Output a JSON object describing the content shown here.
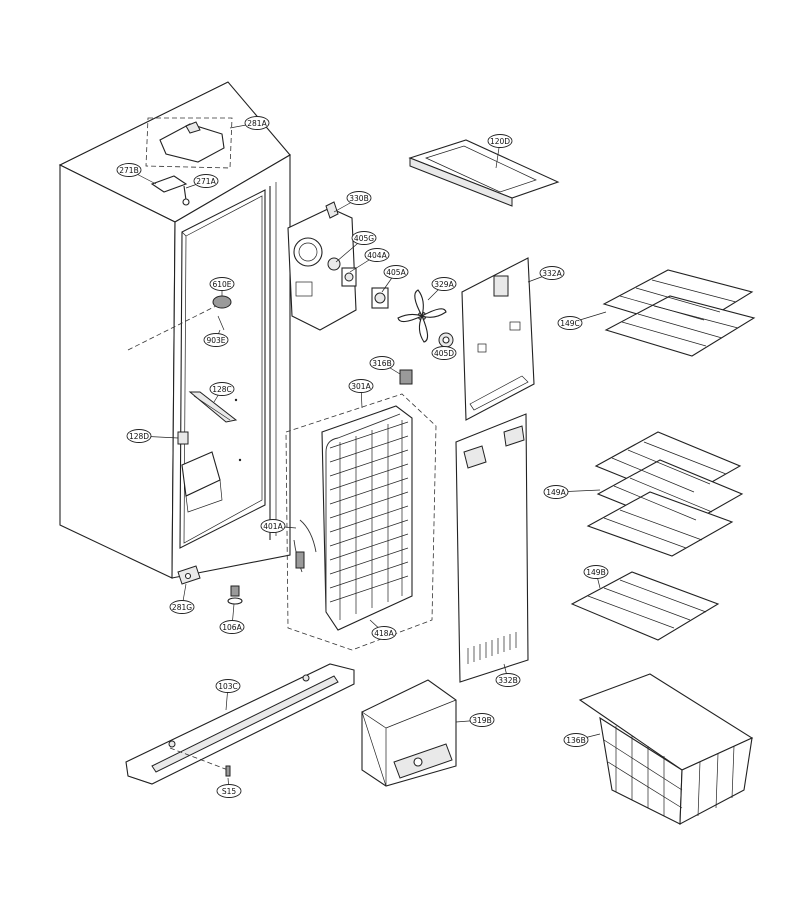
{
  "labels": [
    {
      "id": "281A",
      "text": "281A"
    },
    {
      "id": "120D",
      "text": "120D"
    },
    {
      "id": "271B",
      "text": "271B"
    },
    {
      "id": "271A",
      "text": "271A"
    },
    {
      "id": "330B",
      "text": "330B"
    },
    {
      "id": "405G",
      "text": "405G"
    },
    {
      "id": "404A",
      "text": "404A"
    },
    {
      "id": "405A",
      "text": "405A"
    },
    {
      "id": "329A",
      "text": "329A"
    },
    {
      "id": "332A",
      "text": "332A"
    },
    {
      "id": "610E",
      "text": "610E"
    },
    {
      "id": "149C",
      "text": "149C"
    },
    {
      "id": "903E",
      "text": "903E"
    },
    {
      "id": "405D",
      "text": "405D"
    },
    {
      "id": "316B",
      "text": "316B"
    },
    {
      "id": "301A",
      "text": "301A"
    },
    {
      "id": "128C",
      "text": "128C"
    },
    {
      "id": "128D",
      "text": "128D"
    },
    {
      "id": "149A",
      "text": "149A"
    },
    {
      "id": "401A",
      "text": "401A"
    },
    {
      "id": "149B",
      "text": "149B"
    },
    {
      "id": "281G",
      "text": "281G"
    },
    {
      "id": "106A",
      "text": "106A"
    },
    {
      "id": "418A",
      "text": "418A"
    },
    {
      "id": "332B",
      "text": "332B"
    },
    {
      "id": "103C",
      "text": "103C"
    },
    {
      "id": "319B",
      "text": "319B"
    },
    {
      "id": "136B",
      "text": "136B"
    },
    {
      "id": "S15",
      "text": "S15"
    }
  ]
}
